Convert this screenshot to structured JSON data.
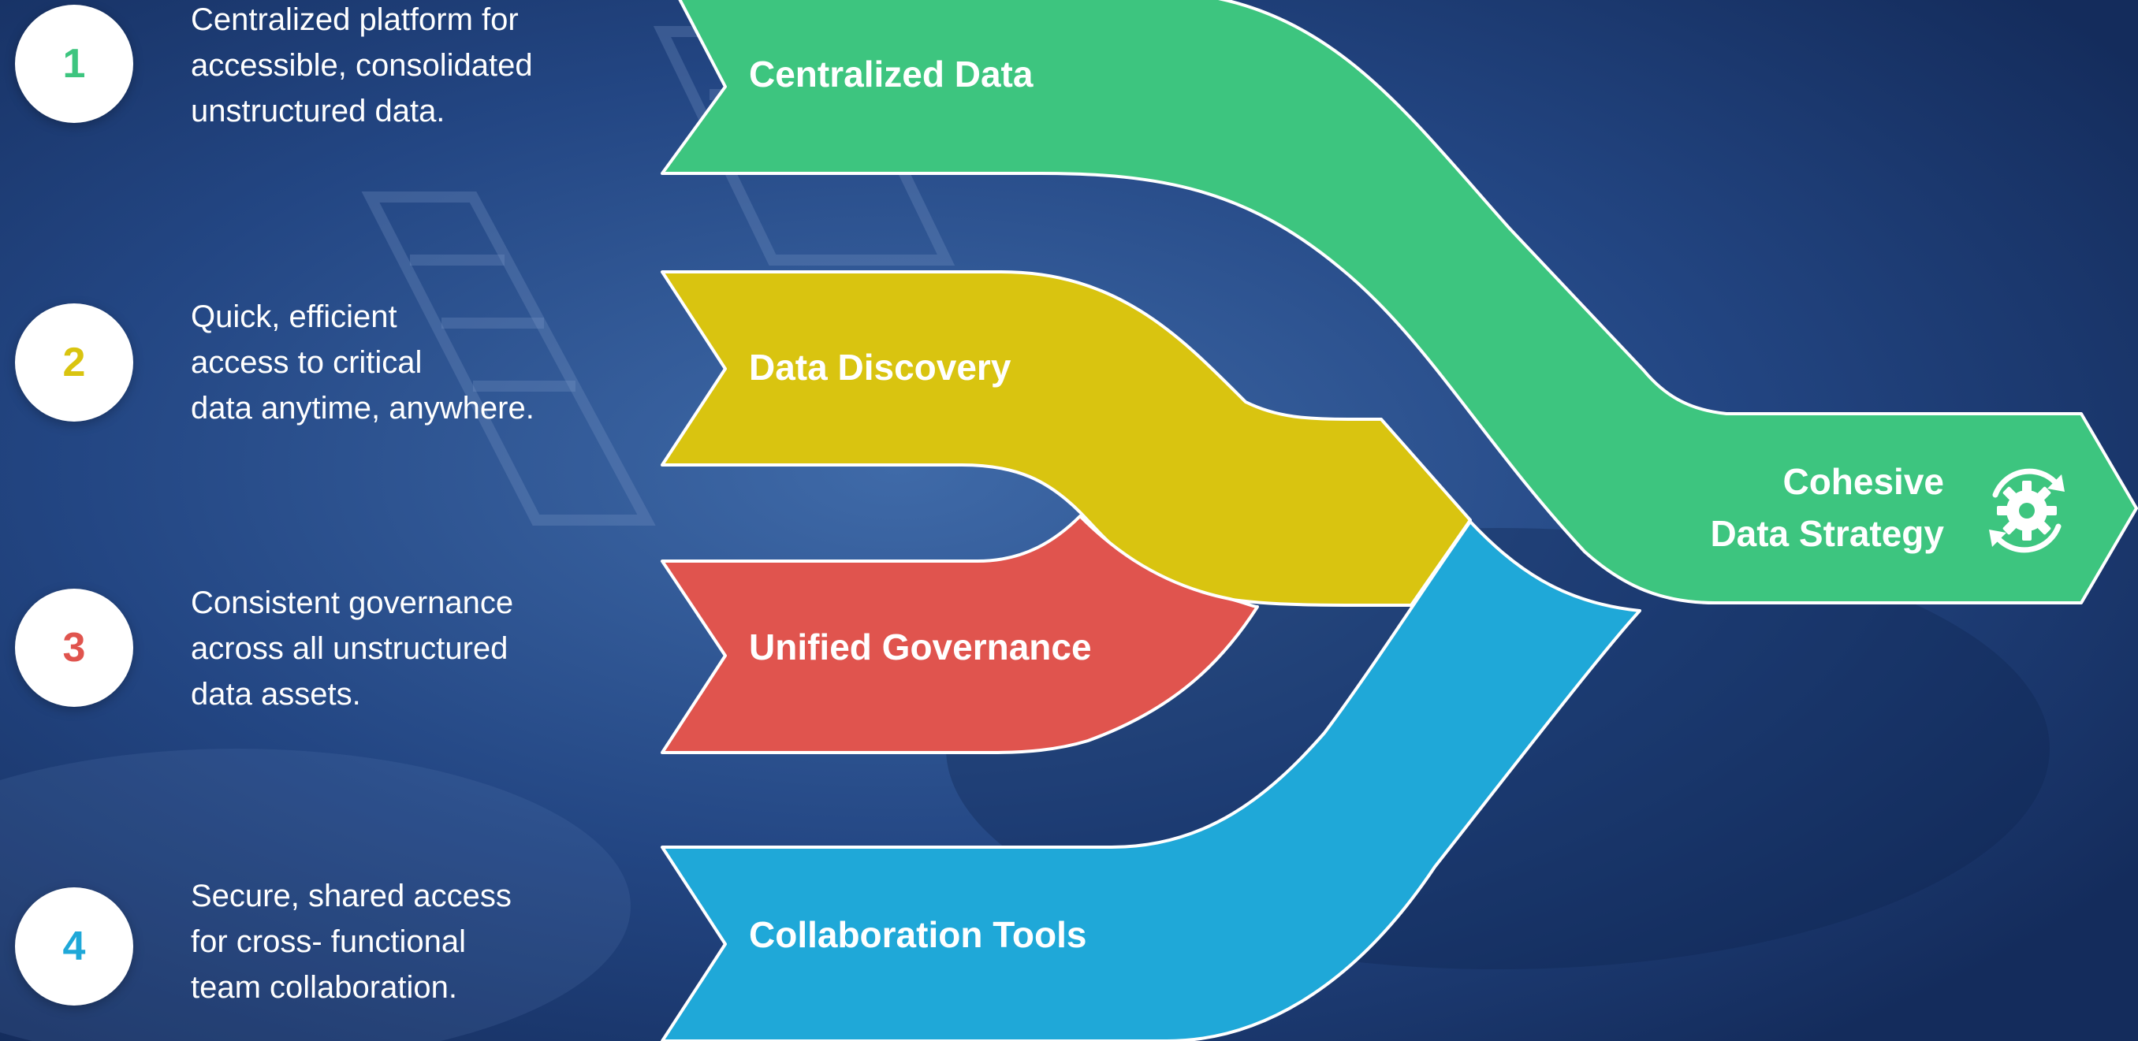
{
  "colors": {
    "background": "#1d3a6e",
    "green": "#3dc57f",
    "yellow": "#d9c410",
    "red": "#e0544e",
    "blue": "#1fa8d8",
    "outline": "#ffffff"
  },
  "steps": [
    {
      "number": "1",
      "color": "#3dc57f",
      "label": "Centralized Data",
      "desc": [
        "Centralized platform for",
        "accessible, consolidated",
        "unstructured data."
      ]
    },
    {
      "number": "2",
      "color": "#d9c410",
      "label": "Data Discovery",
      "desc": [
        "Quick, efficient",
        "access to critical",
        "data anytime, anywhere."
      ]
    },
    {
      "number": "3",
      "color": "#e0544e",
      "label": "Unified Governance",
      "desc": [
        "Consistent governance",
        "across all unstructured",
        "data assets."
      ]
    },
    {
      "number": "4",
      "color": "#1fa8d8",
      "label": "Collaboration Tools",
      "desc": [
        "Secure, shared access",
        "for cross- functional",
        "team collaboration."
      ]
    }
  ],
  "result": {
    "line1": "Cohesive",
    "line2": "Data Strategy",
    "icon": "gear-cycle-icon"
  }
}
